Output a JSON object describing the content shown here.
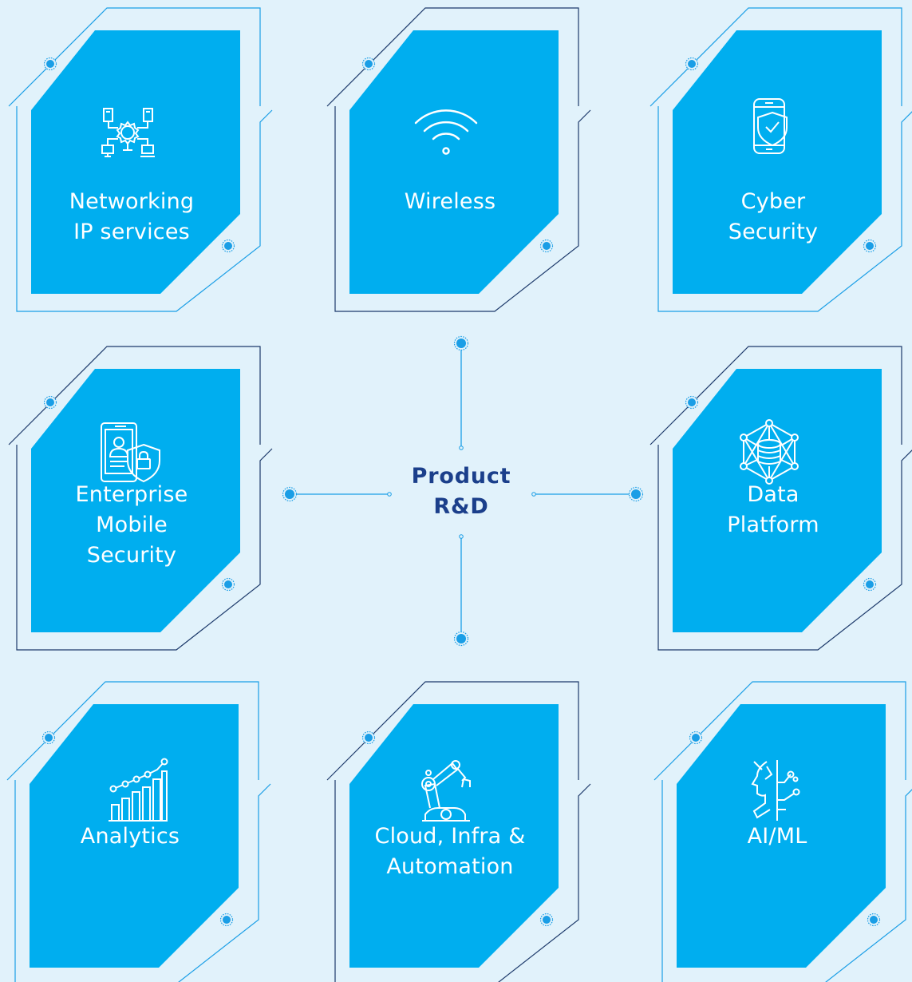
{
  "center": {
    "line1": "Product",
    "line2": "R&D"
  },
  "tiles": [
    {
      "id": "networking",
      "icon": "network-gear-icon",
      "lines": [
        "Networking",
        "IP services"
      ]
    },
    {
      "id": "wireless",
      "icon": "wifi-icon",
      "lines": [
        "Wireless"
      ]
    },
    {
      "id": "cyber",
      "icon": "phone-shield-icon",
      "lines": [
        "Cyber",
        "Security"
      ]
    },
    {
      "id": "enterprise",
      "icon": "mobile-lock-icon",
      "lines": [
        "Enterprise",
        "Mobile",
        "Security"
      ]
    },
    {
      "id": "data",
      "icon": "database-network-icon",
      "lines": [
        "Data",
        "Platform"
      ]
    },
    {
      "id": "analytics",
      "icon": "bar-chart-trend-icon",
      "lines": [
        "Analytics"
      ]
    },
    {
      "id": "cloud",
      "icon": "robot-arm-icon",
      "lines": [
        "Cloud, Infra &",
        "Automation"
      ]
    },
    {
      "id": "aiml",
      "icon": "ai-face-circuit-icon",
      "lines": [
        "AI/ML"
      ]
    }
  ],
  "colors": {
    "background": "#e1f2fb",
    "tile": "#00aeef",
    "accent": "#1a9ee6",
    "center_text": "#1b3f8b",
    "outline": "#1d3a6b"
  }
}
